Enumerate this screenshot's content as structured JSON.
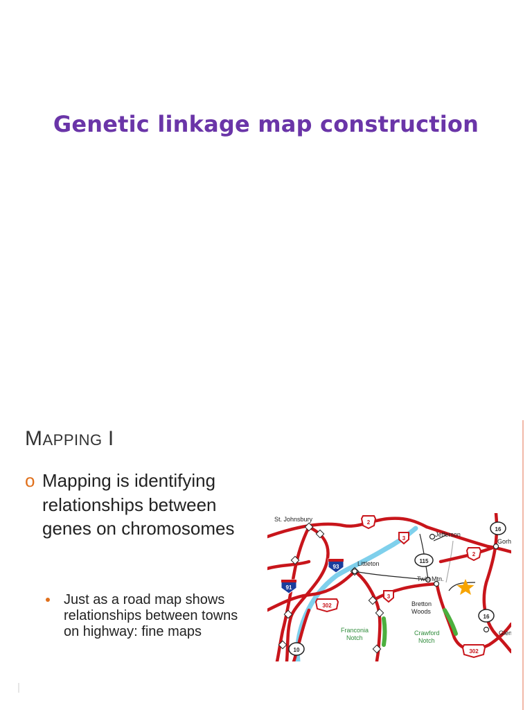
{
  "slide": {
    "title": "Genetic linkage map construction"
  },
  "section": {
    "heading_first": "M",
    "heading_rest": "APPING",
    "heading_suffix": "I"
  },
  "bullet": {
    "marker": "o",
    "text": "Mapping is identifying relationships between genes on chromosomes"
  },
  "sub_bullet": {
    "text": "Just as a road map shows relationships between towns on highway: fine maps"
  },
  "road_map": {
    "places": {
      "st_johnsbury": "St. Johnsbury",
      "jefferson": "Jefferson",
      "gorham": "Gorham",
      "littleton": "Littleton",
      "twin_mtn": "Twin Mtn.",
      "bretton_woods_1": "Bretton",
      "bretton_woods_2": "Woods",
      "franconia_1": "Franconia",
      "franconia_2": "Notch",
      "crawford_1": "Crawford",
      "crawford_2": "Notch",
      "glen": "Glen"
    },
    "shields": {
      "us2_a": "2",
      "us2_b": "2",
      "nh3_a": "3",
      "nh3_b": "3",
      "i93": "93",
      "i91": "91",
      "nh115": "115",
      "nh16_a": "16",
      "nh16_b": "16",
      "us302_a": "302",
      "us302_b": "302",
      "nh10": "10"
    },
    "colors": {
      "highway": "#c8151b",
      "river": "#7fd0ec",
      "notch": "#4caf3e",
      "star": "#f7a400",
      "interstate": "#1a3d9c"
    }
  }
}
